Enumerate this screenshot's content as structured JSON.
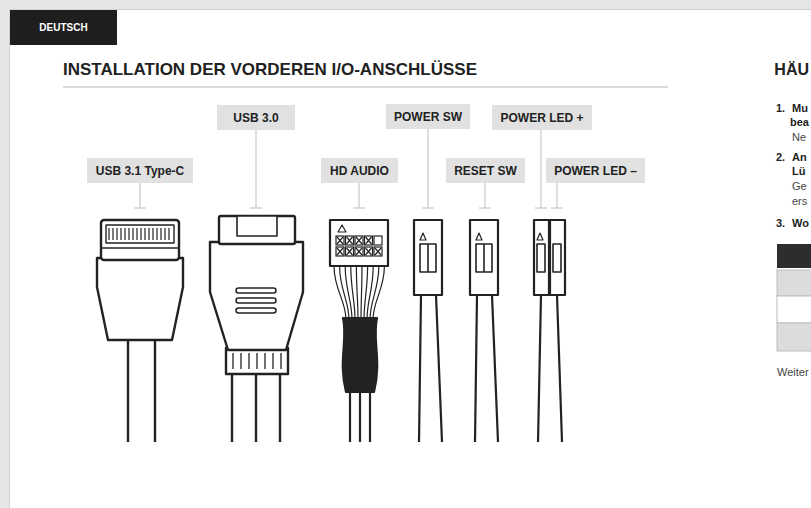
{
  "diagram": {
    "title": "INSTALLATION DER VORDEREN I/O-ANSCHLÜSSE",
    "nodes": [
      {
        "text": [
          "DEUTSCH"
        ]
      },
      {
        "text": [
          "USB 3.1 Type-C"
        ]
      },
      {
        "text": [
          "USB 3.0"
        ]
      },
      {
        "text": [
          "HD AUDIO"
        ]
      },
      {
        "text": [
          "POWER SW"
        ]
      },
      {
        "text": [
          "RESET SW"
        ]
      },
      {
        "text": [
          "POWER LED +"
        ]
      },
      {
        "text": [
          "POWER LED –"
        ]
      }
    ],
    "labels": [
      "HÄU",
      "1.",
      "Mu",
      "bea",
      "Ne",
      "2.",
      "An",
      "Lü",
      "Ge",
      "ers",
      "3.",
      "Wo",
      "Weiter"
    ]
  }
}
